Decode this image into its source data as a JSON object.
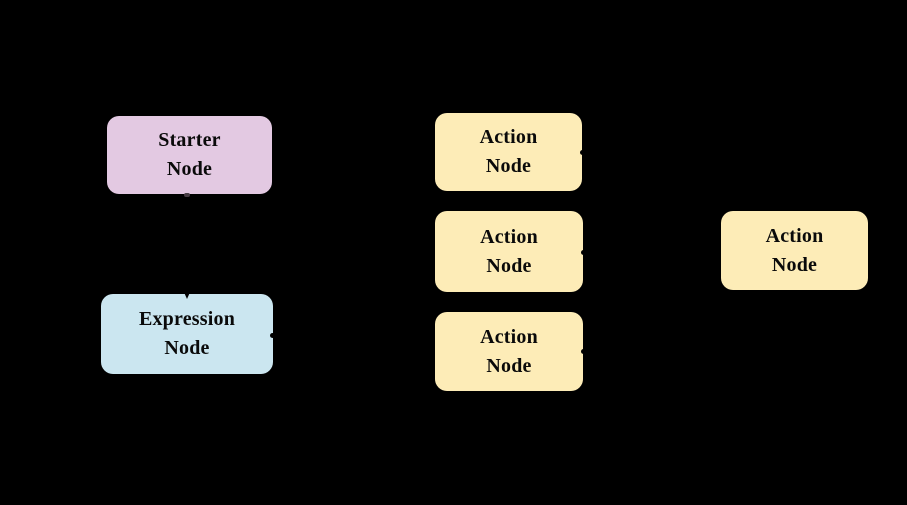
{
  "diagram": {
    "background_color": "#000000",
    "text_color": "#0a0a0a",
    "node_fills": {
      "starter": "#e3c9e2",
      "expression": "#cbe6f0",
      "action": "#fdecb7"
    },
    "nodes": [
      {
        "id": "starter-node",
        "label": "Starter\nNode",
        "fill": "#e3c9e2"
      },
      {
        "id": "expression-node",
        "label": "Expression\nNode",
        "fill": "#cbe6f0"
      },
      {
        "id": "action-node-1",
        "label": "Action\nNode",
        "fill": "#fdecb7"
      },
      {
        "id": "action-node-2",
        "label": "Action\nNode",
        "fill": "#fdecb7"
      },
      {
        "id": "action-node-3",
        "label": "Action\nNode",
        "fill": "#fdecb7"
      },
      {
        "id": "action-node-4",
        "label": "Action\nNode",
        "fill": "#fdecb7"
      }
    ]
  }
}
